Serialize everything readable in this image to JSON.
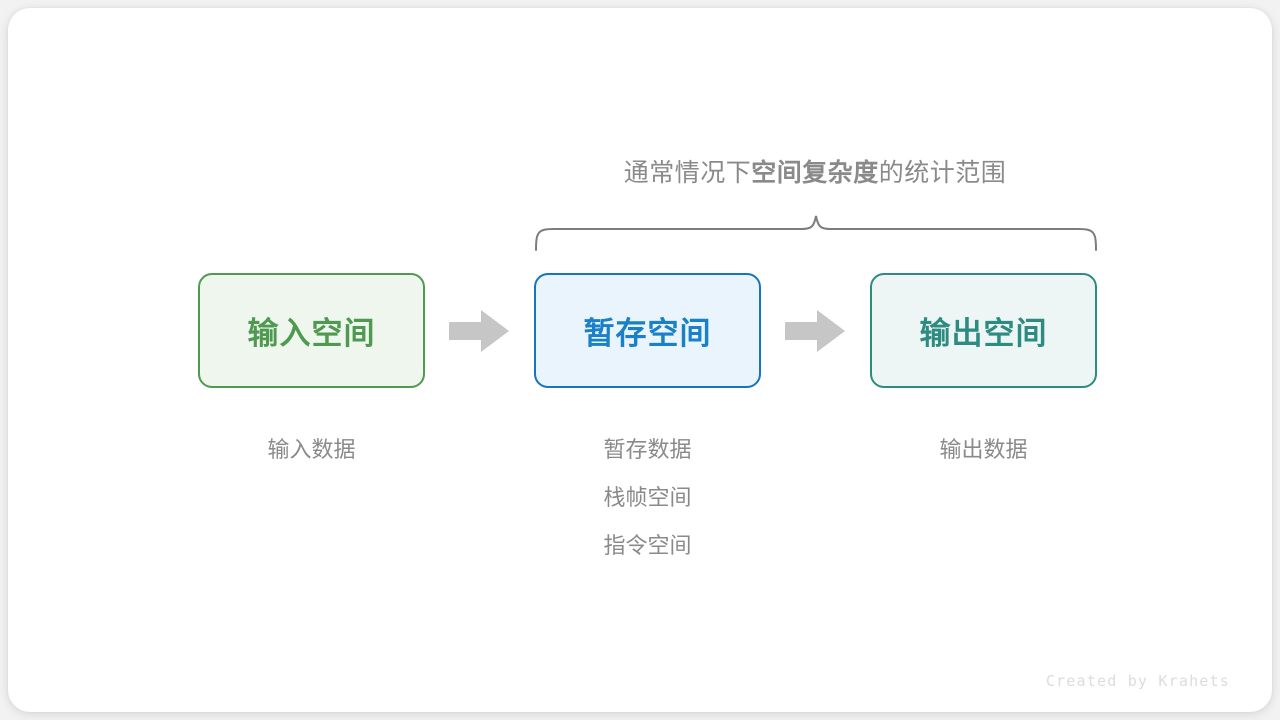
{
  "diagram": {
    "range_caption": {
      "lead": "通常情况下",
      "emphasis": "空间复杂度",
      "tail": "的统计范围"
    },
    "boxes": [
      {
        "label": "输入空间",
        "border_color": "#4f9a51",
        "fill_color": "#eff6ee",
        "text_color": "#4f9a51"
      },
      {
        "label": "暂存空间",
        "border_color": "#1775c0",
        "fill_color": "#e9f4fc",
        "text_color": "#1a80c8"
      },
      {
        "label": "输出空间",
        "border_color": "#2d8b82",
        "fill_color": "#edf6f4",
        "text_color": "#2d8b82"
      }
    ],
    "arrows": [
      {
        "name": "arrow-input-to-temp"
      },
      {
        "name": "arrow-temp-to-output"
      }
    ],
    "arrow_color": "#c6c6c6",
    "brace_color": "#7d7d7d",
    "captions": {
      "input": [
        "输入数据"
      ],
      "temp": [
        "暂存数据",
        "栈帧空间",
        "指令空间"
      ],
      "output": [
        "输出数据"
      ]
    },
    "caption_text_color": "#8a8a8a"
  },
  "footer": {
    "credit": "Created by Krahets"
  }
}
